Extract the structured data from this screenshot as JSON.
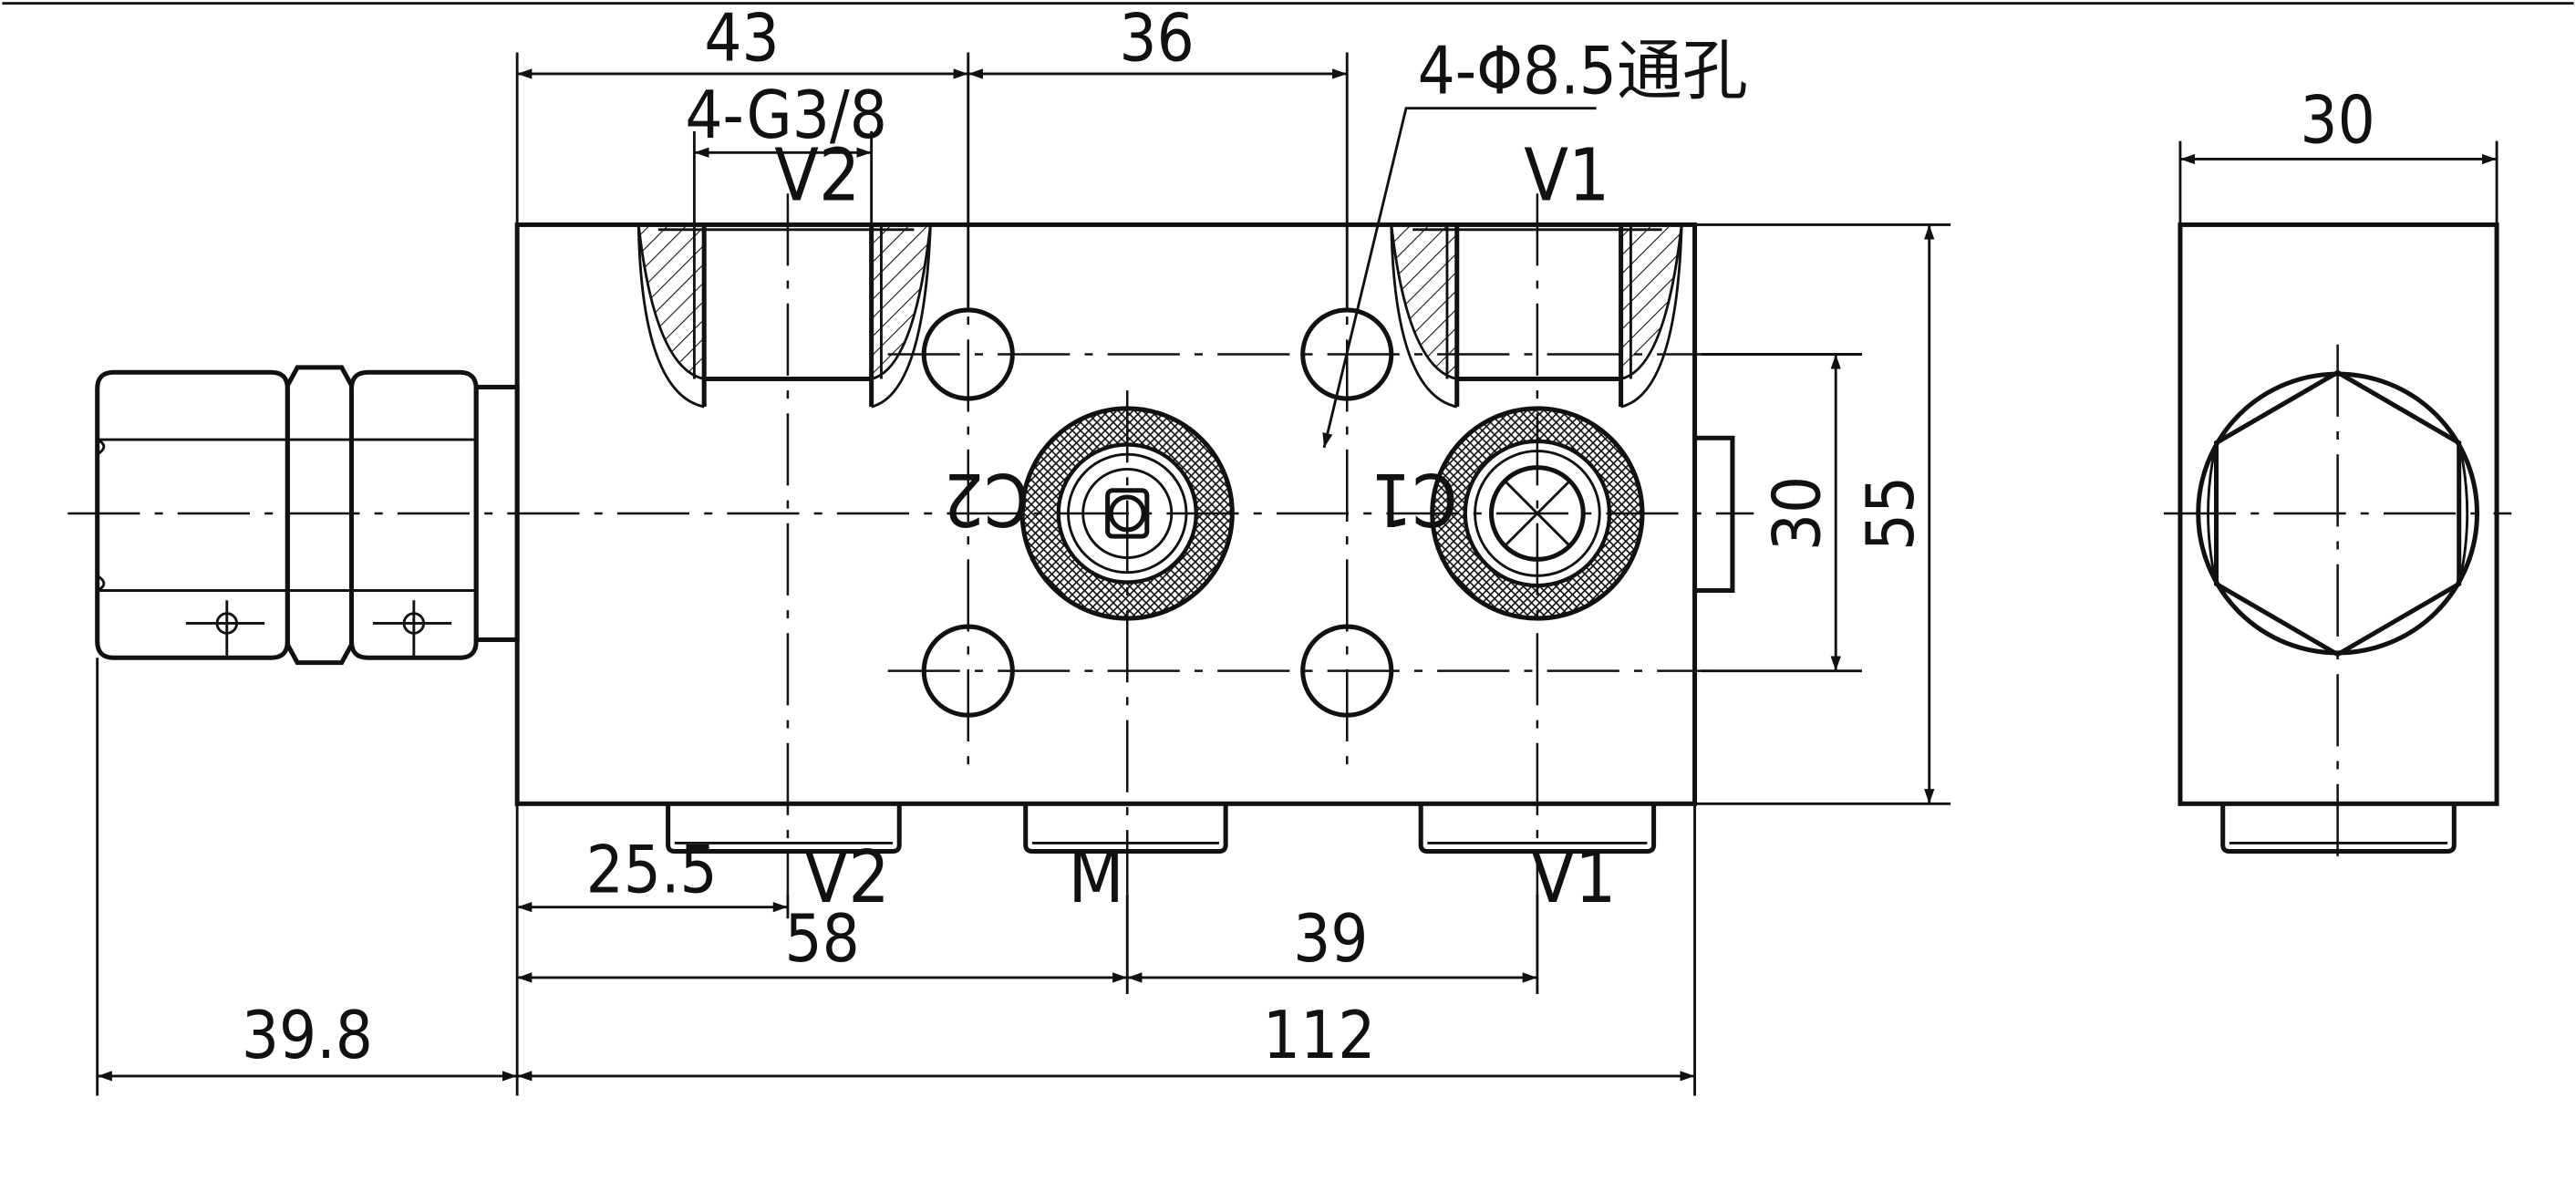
{
  "dimensions": {
    "d43": "43",
    "d36": "36",
    "d30_top": "30",
    "d30_vert": "30",
    "d55": "55",
    "d25_5": "25.5",
    "d58": "58",
    "d39": "39",
    "d39_8": "39.8",
    "d112": "112"
  },
  "callouts": {
    "thread": "4-G3/8",
    "holes": "4-Φ8.5通孔"
  },
  "ports": {
    "v2_top": "V2",
    "v1_top": "V1",
    "c2": "C2",
    "c1": "C1",
    "v2_bottom": "V2",
    "m_bottom": "M",
    "v1_bottom": "V1"
  },
  "colors": {
    "line": "#111111",
    "background": "#ffffff"
  }
}
